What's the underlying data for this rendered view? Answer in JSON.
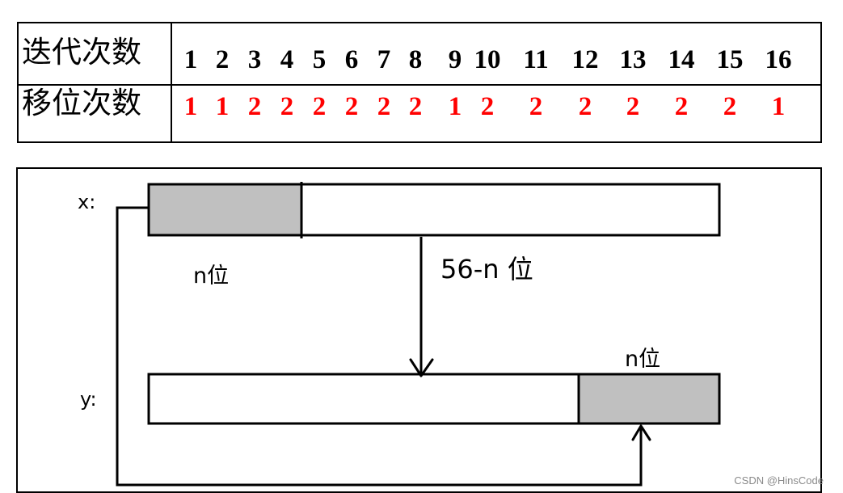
{
  "table": {
    "row_labels": [
      "迭代次数",
      "移位次数"
    ],
    "iterations": [
      "1",
      "2",
      "3",
      "4",
      "5",
      "6",
      "7",
      "8",
      "9",
      "10",
      "11",
      "12",
      "13",
      "14",
      "15",
      "16"
    ],
    "shifts": [
      "1",
      "1",
      "2",
      "2",
      "2",
      "2",
      "2",
      "2",
      "1",
      "2",
      "2",
      "2",
      "2",
      "2",
      "2",
      "1"
    ],
    "shift_color": "#ff0000"
  },
  "diagram": {
    "x_label": "x:",
    "y_label": "y:",
    "left_n_label": "n位",
    "middle_label": "56-n 位",
    "right_n_label": "n位",
    "shaded_color": "#c0c0c0"
  },
  "watermark": "CSDN @HinsCode"
}
